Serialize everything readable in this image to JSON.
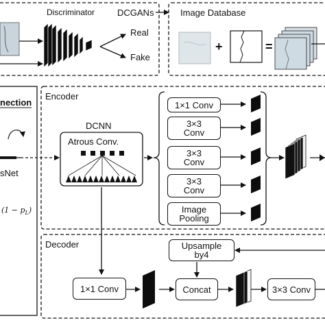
{
  "top": {
    "discriminator_label": "Discriminator",
    "dcgans_label": "DCGANs",
    "real_label": "Real",
    "fake_label": "Fake",
    "image_database_label": "Image Database",
    "plus_symbol": "+",
    "equals_symbol": "="
  },
  "left": {
    "connection_label": "nection",
    "resnet_label": "sNet",
    "loss_label": "(1 − p",
    "loss_subscript": "L",
    "loss_close": ")"
  },
  "encoder": {
    "title": "Encoder",
    "dcnn_label": "DCNN",
    "atrous_label": "Atrous Conv.",
    "branches": [
      "1×1 Conv",
      "3×3\nConv",
      "3×3\nConv",
      "3×3\nConv",
      "Image\nPooling"
    ]
  },
  "decoder": {
    "title": "Decoder",
    "upsample_label": "Upsample\nby4",
    "conv1x1_label": "1×1 Conv",
    "concat_label": "Concat",
    "conv3x3_label": "3×3 Conv"
  },
  "colors": {
    "line": "#111111",
    "feature_dark": "#0d0d0d",
    "feature_light": "#f4f4f4",
    "image_tile": "#cfdbe3"
  }
}
